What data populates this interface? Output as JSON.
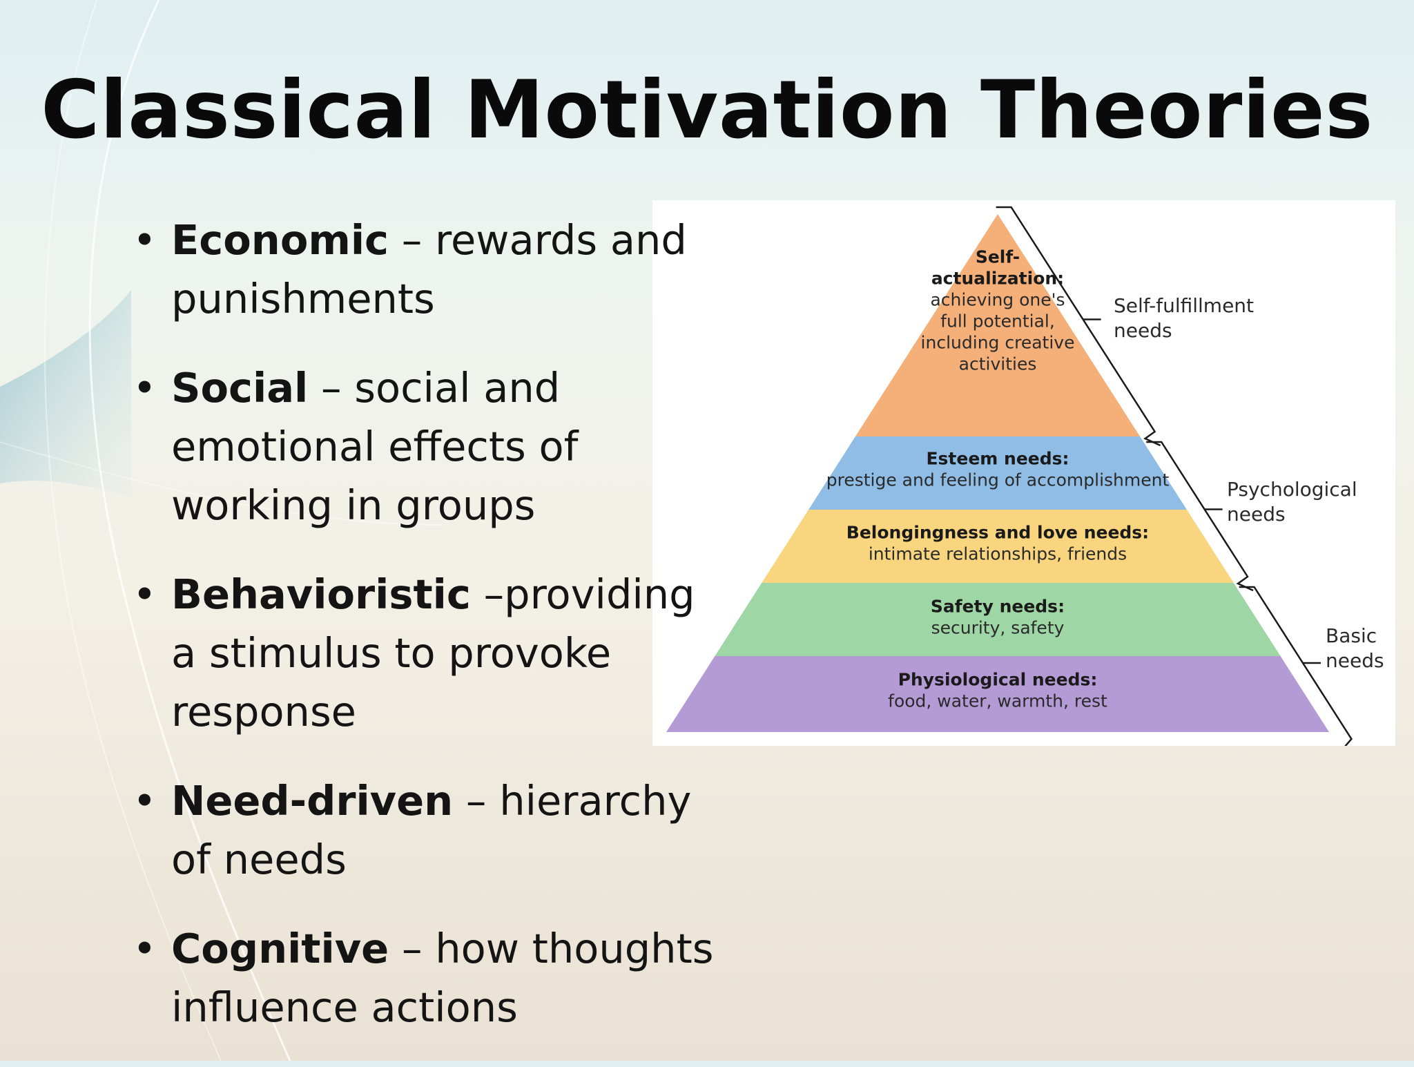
{
  "slide": {
    "title": "Classical Motivation Theories"
  },
  "bullets": [
    {
      "term": "Economic",
      "sep": " – ",
      "text": "rewards and punishments"
    },
    {
      "term": "Social",
      "sep": " – ",
      "text": "social and emotional effects of working in groups"
    },
    {
      "term": "Behavioristic",
      "sep": " –",
      "text": "providing a stimulus to provoke response"
    },
    {
      "term": "Need-driven",
      "sep": " – ",
      "text": "hierarchy of needs"
    },
    {
      "term": "Cognitive",
      "sep": " – ",
      "text": "how thoughts influence actions"
    }
  ],
  "pyramid": {
    "levels": [
      {
        "name": "Self-actualization:",
        "name_lines": [
          "Self-",
          "actualization:"
        ],
        "desc_lines": [
          "achieving one's",
          "full potential,",
          "including creative",
          "activities"
        ],
        "color": "#f5b07a"
      },
      {
        "name": "Esteem needs:",
        "name_lines": [
          "Esteem needs:"
        ],
        "desc_lines": [
          "prestige and feeling of accomplishment"
        ],
        "color": "#8fbde6"
      },
      {
        "name": "Belongingness and love needs:",
        "name_lines": [
          "Belongingness and love needs:"
        ],
        "desc_lines": [
          "intimate relationships, friends"
        ],
        "color": "#f8d57e"
      },
      {
        "name": "Safety needs:",
        "name_lines": [
          "Safety needs:"
        ],
        "desc_lines": [
          "security, safety"
        ],
        "color": "#9fd6a5"
      },
      {
        "name": "Physiological needs:",
        "name_lines": [
          "Physiological needs:"
        ],
        "desc_lines": [
          "food, water, warmth, rest"
        ],
        "color": "#b49bd6"
      }
    ],
    "groups": [
      {
        "label_lines": [
          "Self-fulfillment",
          "needs"
        ]
      },
      {
        "label_lines": [
          "Psychological",
          "needs"
        ]
      },
      {
        "label_lines": [
          "Basic",
          "needs"
        ]
      }
    ]
  }
}
